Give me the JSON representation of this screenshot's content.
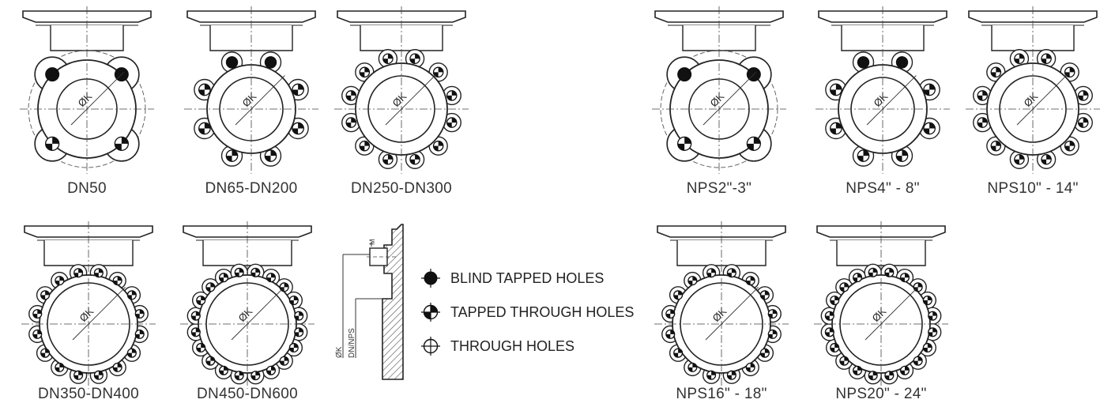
{
  "variants": [
    {
      "label": "DN50",
      "holes": 4,
      "style": "square",
      "hole_type": "mixed"
    },
    {
      "label": "DN65-DN200",
      "holes": 8,
      "style": "lugs",
      "hole_type": "mixed"
    },
    {
      "label": "DN250-DN300",
      "holes": 12,
      "style": "lugs",
      "hole_type": "tapped"
    },
    {
      "label": "NPS2\"-3\"",
      "holes": 4,
      "style": "square",
      "hole_type": "mixed"
    },
    {
      "label": "NPS4\" - 8\"",
      "holes": 8,
      "style": "lugs",
      "hole_type": "mixed"
    },
    {
      "label": "NPS10\" - 14\"",
      "holes": 12,
      "style": "lugs",
      "hole_type": "tapped"
    },
    {
      "label": "DN350-DN400",
      "holes": 16,
      "style": "lugs",
      "hole_type": "tapped"
    },
    {
      "label": "DN450-DN600",
      "holes": 20,
      "style": "lugs",
      "hole_type": "tapped"
    },
    {
      "label": "NPS16\" - 18\"",
      "holes": 16,
      "style": "lugs",
      "hole_type": "tapped"
    },
    {
      "label": "NPS20\" - 24\"",
      "holes": 20,
      "style": "lugs",
      "hole_type": "tapped"
    }
  ],
  "drawing_labels": {
    "pitch_diameter": "ØK",
    "thread": "M",
    "nominal": "DN/NPS"
  },
  "legend": [
    {
      "label": "BLIND TAPPED HOLES",
      "icon": "blind-hole-icon"
    },
    {
      "label": "TAPPED THROUGH HOLES",
      "icon": "tapped-through-hole-icon"
    },
    {
      "label": "THROUGH HOLES",
      "icon": "through-hole-icon"
    }
  ]
}
